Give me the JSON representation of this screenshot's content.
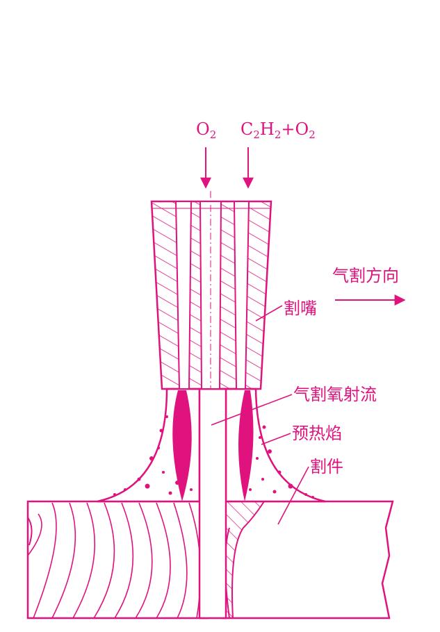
{
  "colors": {
    "magenta": "#e0127e",
    "background": "#ffffff"
  },
  "gas_inputs": {
    "oxygen": {
      "base": "O",
      "sub": "2"
    },
    "fuel": {
      "c": "C",
      "c_sub": "2",
      "h": "H",
      "h_sub": "2",
      "plus": "+",
      "o": "O",
      "o_sub": "2"
    }
  },
  "labels": {
    "direction": "气割方向",
    "nozzle": "割嘴",
    "oxygen_jet": "气割氧射流",
    "preheat_flame": "预热焰",
    "workpiece": "割件"
  }
}
